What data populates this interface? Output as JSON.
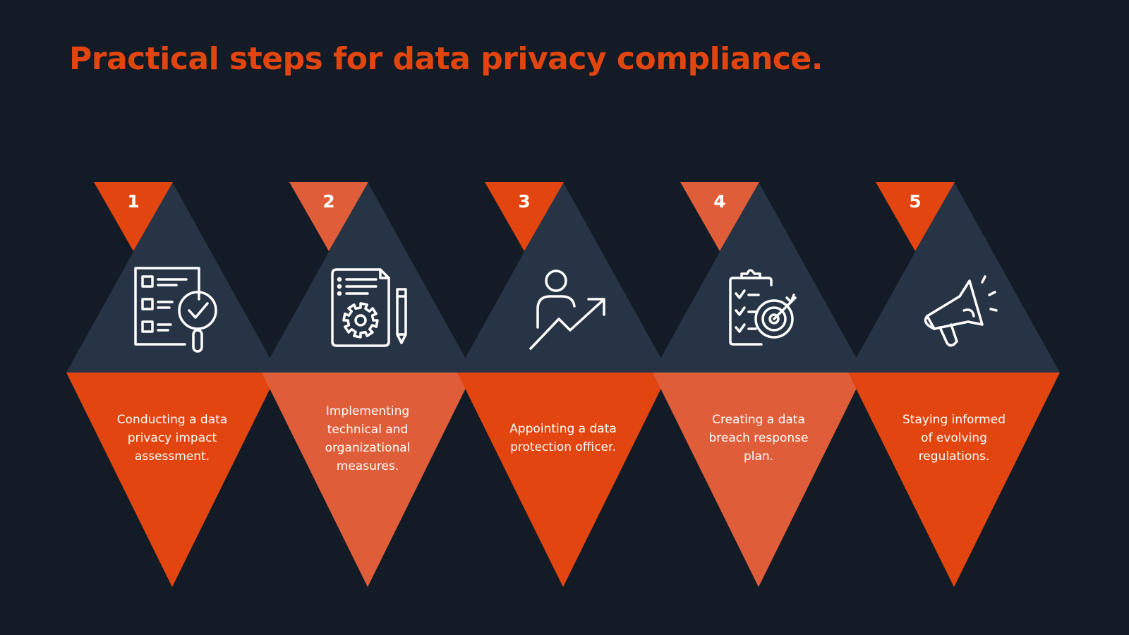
{
  "title": "Practical steps for data privacy compliance.",
  "colors": {
    "background": "#131b26",
    "accent": "#e2450f",
    "accent_light": "#e05d39",
    "panel": "#263445",
    "text": "#ffffff",
    "title": "#e2450f"
  },
  "steps": [
    {
      "number": "1",
      "icon": "checklist-magnifier-icon",
      "lines": [
        "Conducting a data",
        "privacy impact",
        "assessment."
      ]
    },
    {
      "number": "2",
      "icon": "document-gear-pencil-icon",
      "lines": [
        "Implementing",
        "technical and",
        "organizational",
        "measures."
      ]
    },
    {
      "number": "3",
      "icon": "person-growth-arrow-icon",
      "lines": [
        "Appointing a data",
        "protection officer."
      ]
    },
    {
      "number": "4",
      "icon": "clipboard-target-icon",
      "lines": [
        "Creating a data",
        "breach response",
        "plan."
      ]
    },
    {
      "number": "5",
      "icon": "megaphone-icon",
      "lines": [
        "Staying informed",
        "of evolving",
        "regulations."
      ]
    }
  ]
}
